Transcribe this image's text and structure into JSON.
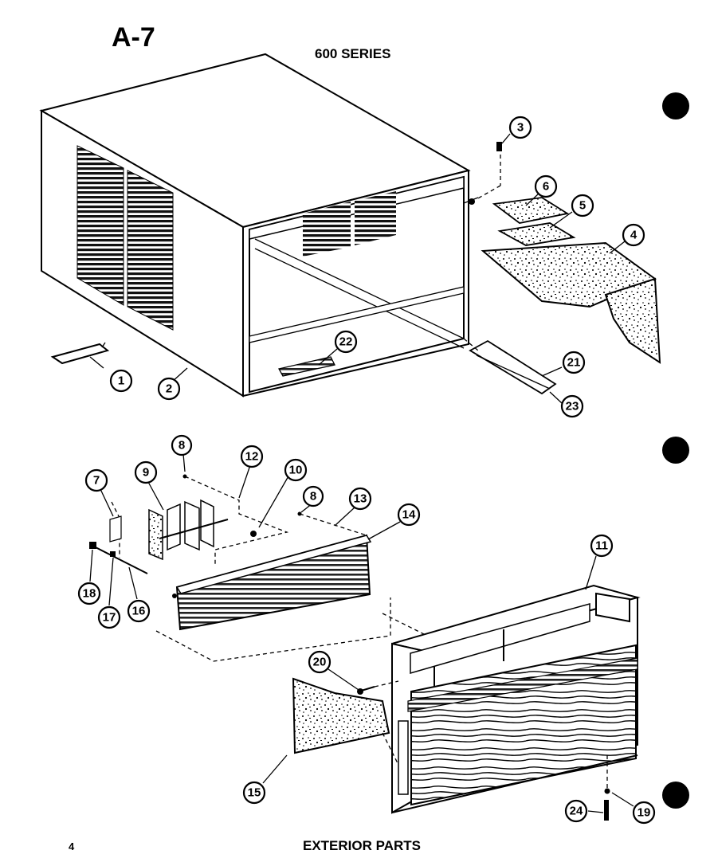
{
  "header": {
    "page_label": "A-7",
    "series": "600 SERIES"
  },
  "footer": {
    "page_number": "4",
    "caption": "EXTERIOR PARTS"
  },
  "callouts": [
    "1",
    "2",
    "3",
    "6",
    "5",
    "4",
    "22",
    "21",
    "23",
    "8",
    "12",
    "10",
    "7",
    "9",
    "8",
    "13",
    "14",
    "18",
    "17",
    "16",
    "11",
    "20",
    "15",
    "24",
    "19"
  ],
  "colors": {
    "ink": "#000000",
    "paper": "#ffffff"
  }
}
